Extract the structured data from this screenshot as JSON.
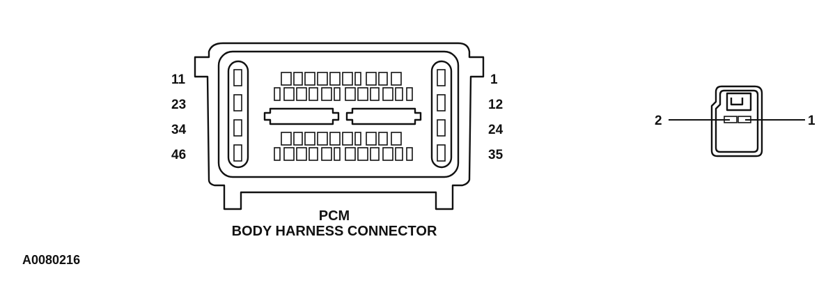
{
  "pcm_connector": {
    "left_pin_labels": [
      "11",
      "23",
      "34",
      "46"
    ],
    "right_pin_labels": [
      "1",
      "12",
      "24",
      "35"
    ],
    "caption_line1": "PCM",
    "caption_line2": "BODY HARNESS CONNECTOR"
  },
  "small_connector": {
    "left_pin_label": "2",
    "right_pin_label": "1"
  },
  "figure_id": "A0080216"
}
